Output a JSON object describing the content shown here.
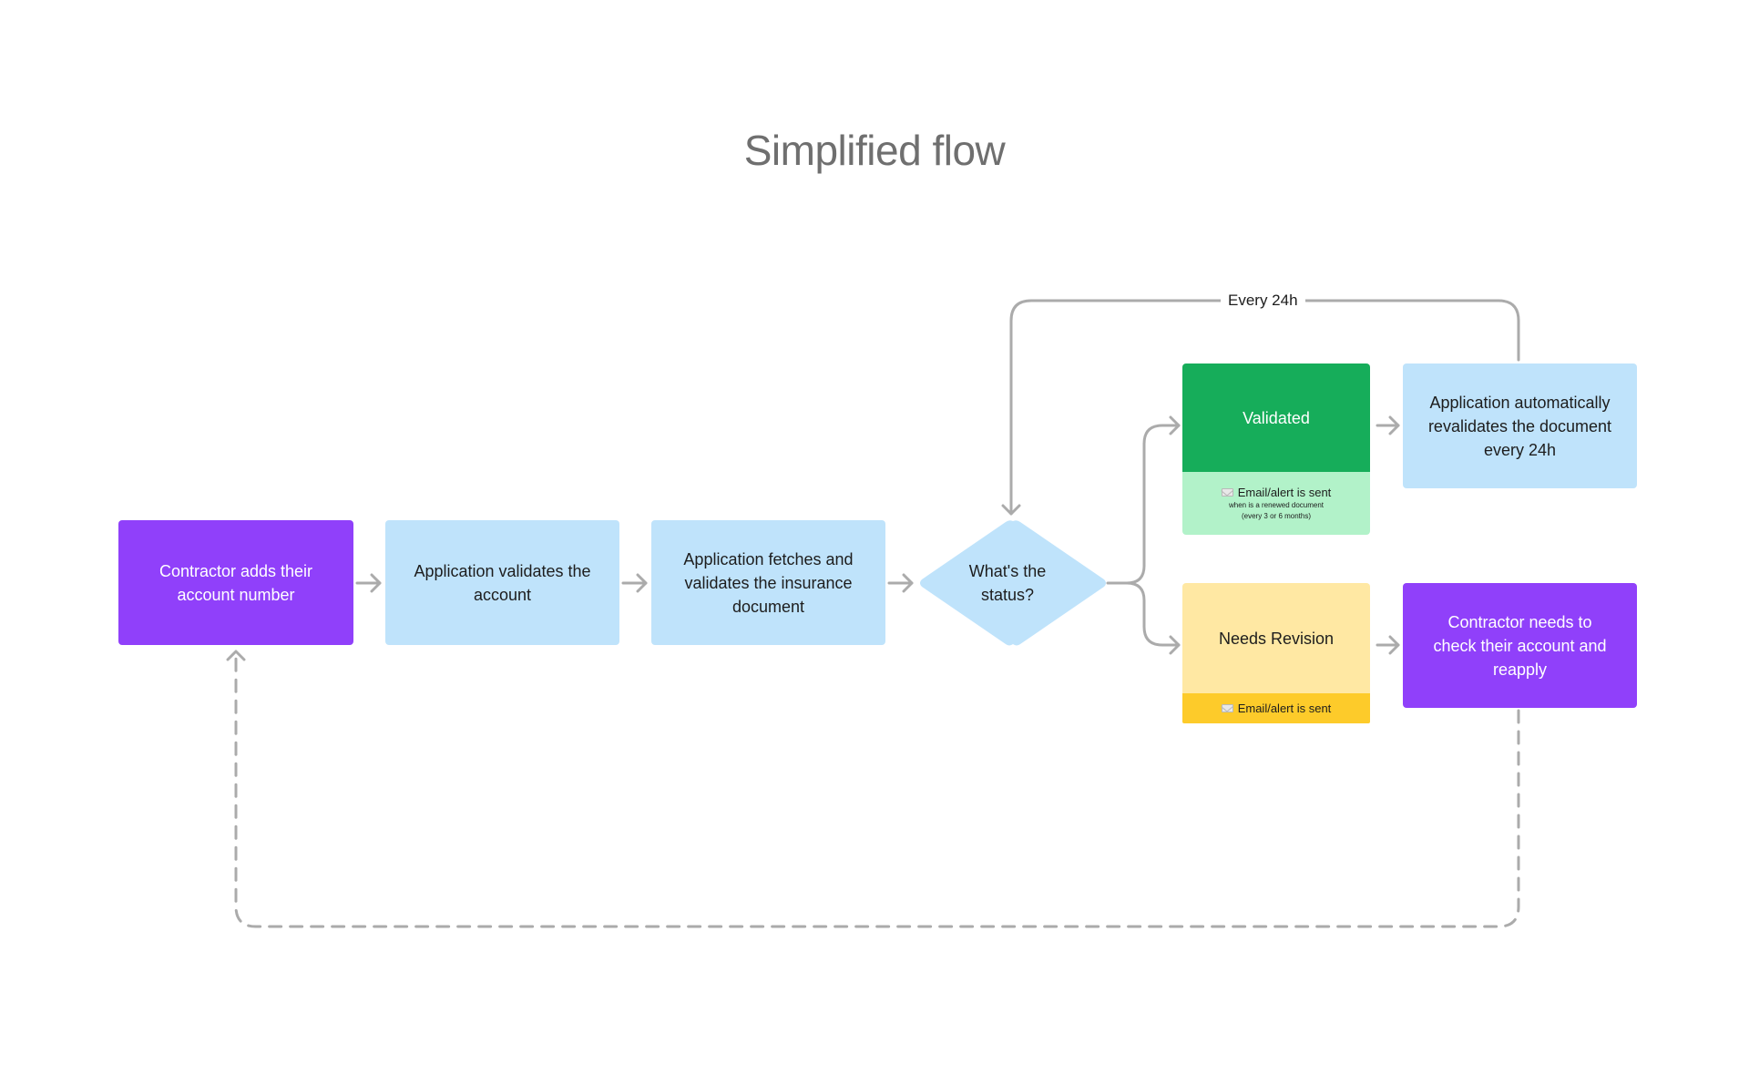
{
  "title": "Simplified flow",
  "nodes": {
    "start": "Contractor adds their account number",
    "validate_account": "Application validates the account",
    "fetch_document": "Application fetches and validates the insurance document",
    "decision": "What's the status?",
    "validated": "Validated",
    "validated_alert": "Email/alert is sent",
    "validated_alert_detail_1": "when is a renewed document",
    "validated_alert_detail_2": "(every 3 or 6 months)",
    "revalidate": "Application automatically revalidates the document every 24h",
    "needs_revision": "Needs Revision",
    "revision_alert": "Email/alert is sent",
    "reapply": "Contractor needs to check their account and reapply"
  },
  "edges": {
    "loop_label": "Every 24h"
  },
  "colors": {
    "purple": "#9040fa",
    "light_blue": "#bfe3fb",
    "green": "#16ad5a",
    "light_green": "#b2f2c9",
    "light_yellow": "#ffe8a3",
    "yellow": "#fdcb2a",
    "connector": "#ababab"
  },
  "icons": {
    "alert": "envelope-icon"
  }
}
